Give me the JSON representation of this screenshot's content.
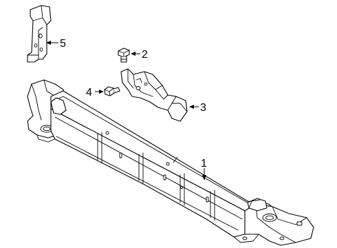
{
  "diagram": {
    "callouts": [
      {
        "part": "front-crossmember",
        "label": "1"
      },
      {
        "part": "bolt-upper",
        "label": "2"
      },
      {
        "part": "mounting-bracket",
        "label": "3"
      },
      {
        "part": "bolt-lower",
        "label": "4"
      },
      {
        "part": "upper-bracket",
        "label": "5"
      }
    ]
  }
}
